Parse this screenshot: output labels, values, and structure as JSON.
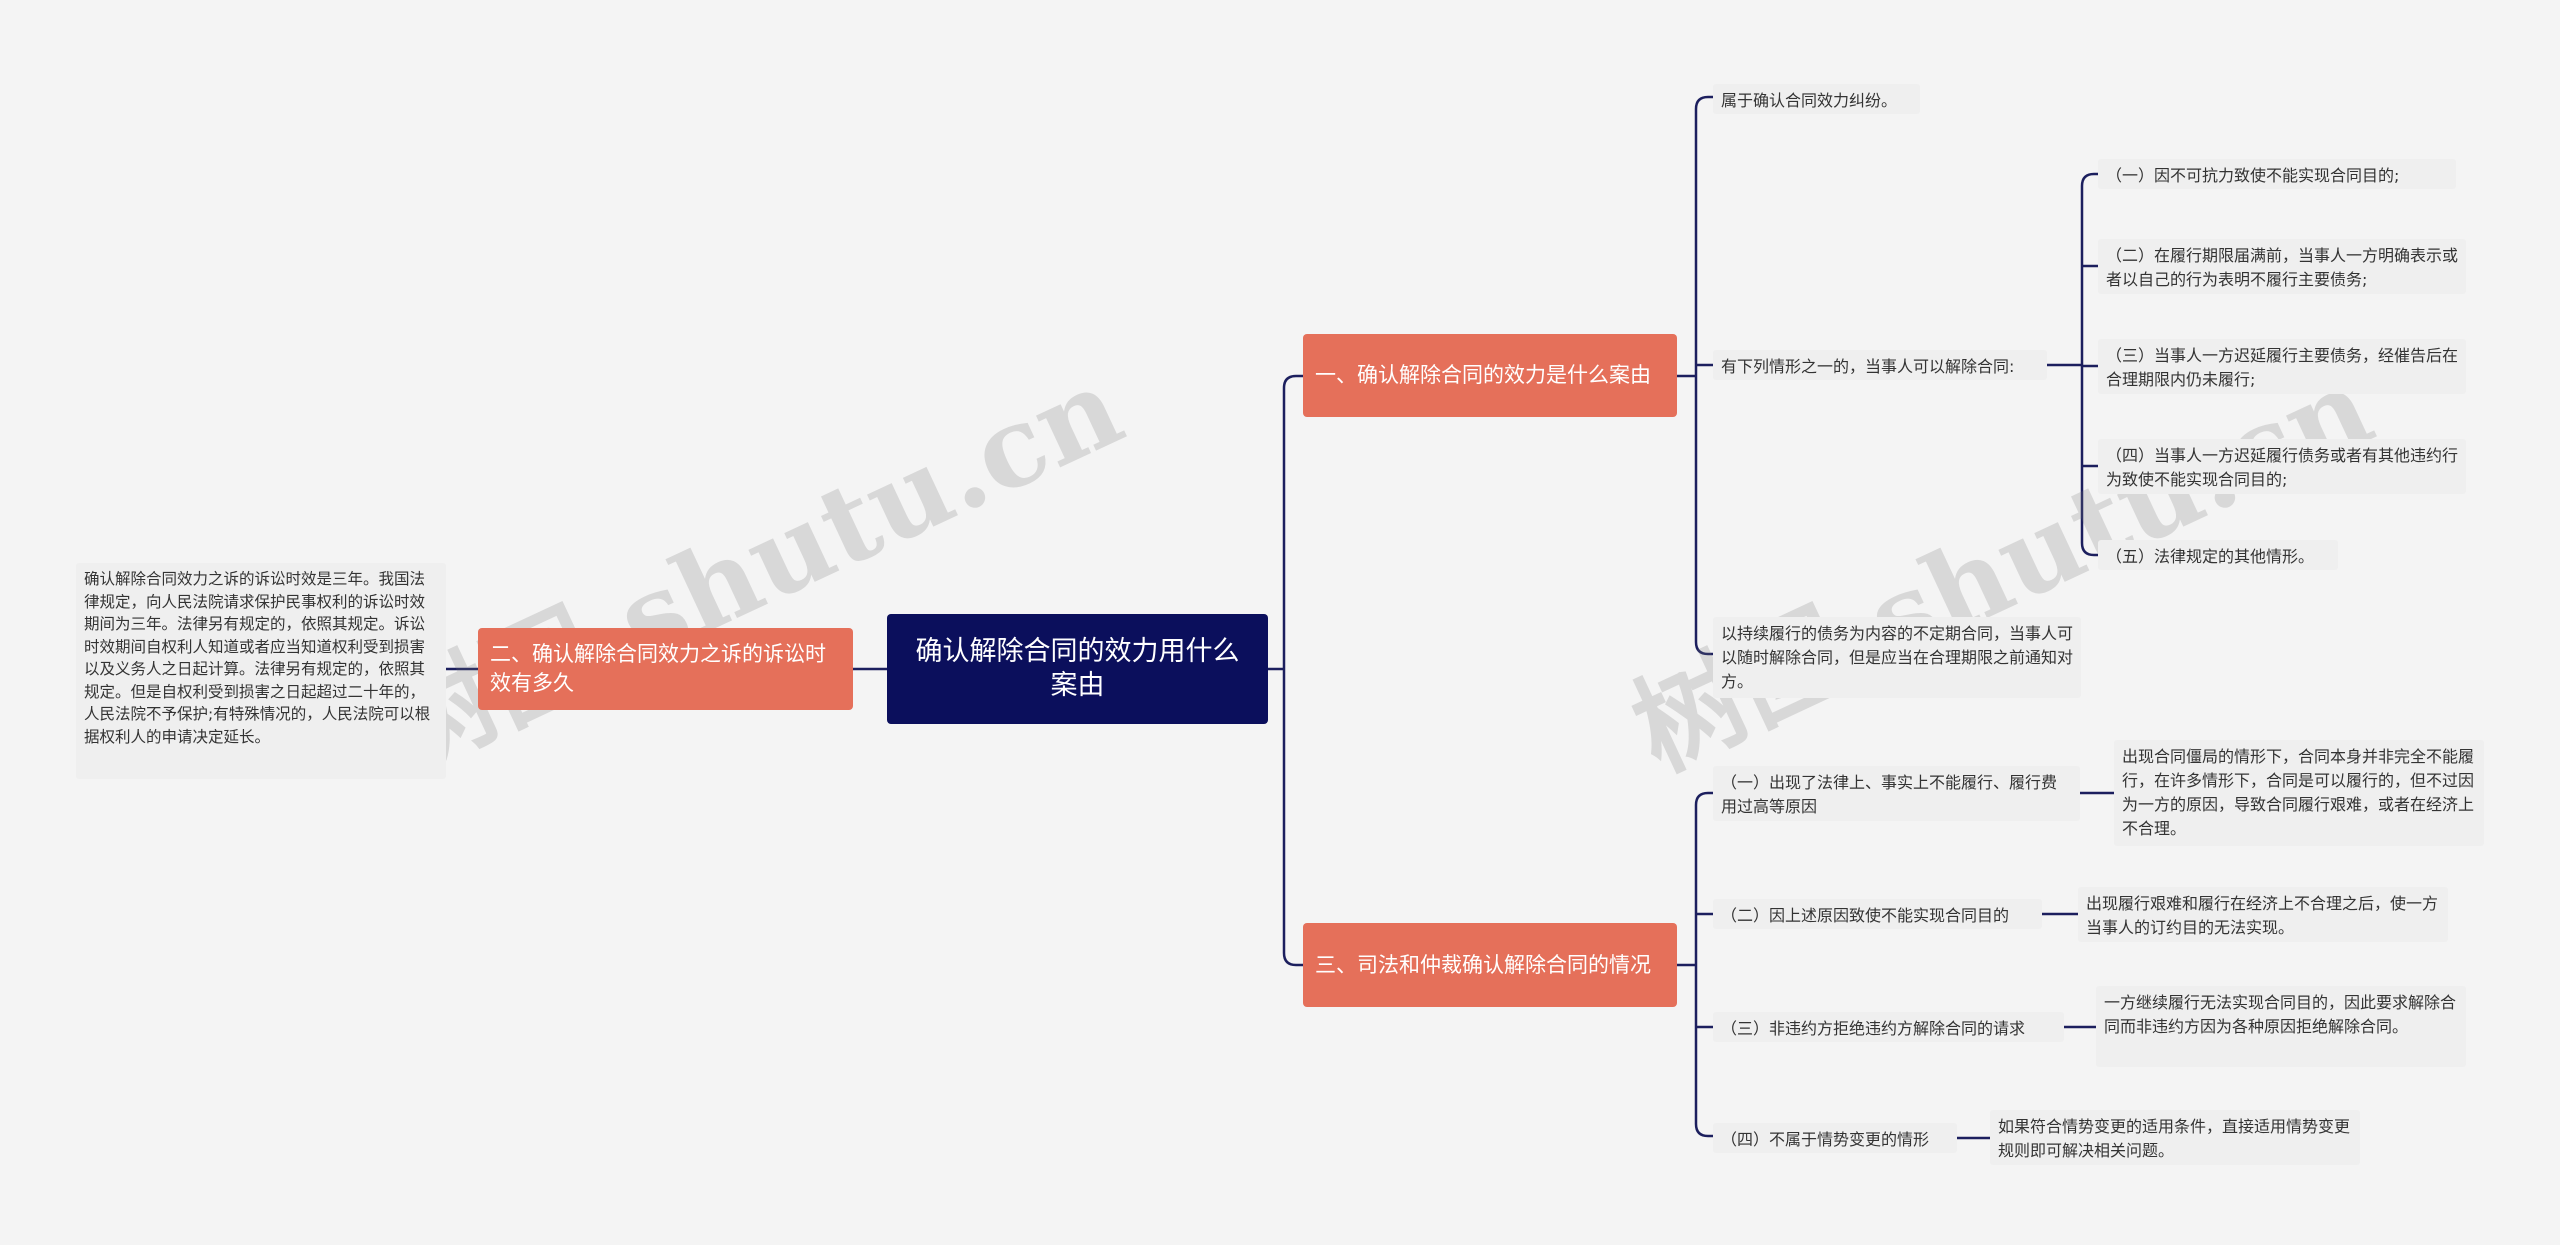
{
  "root": "确认解除合同的效力用什么案由",
  "branches": {
    "b1": "一、确认解除合同的效力是什么案由",
    "b2": "二、确认解除合同效力之诉的诉讼时效有多久",
    "b3": "三、司法和仲裁确认解除合同的情况"
  },
  "b1": {
    "item1": "属于确认合同效力纠纷。",
    "item2": "有下列情形之一的，当事人可以解除合同:",
    "item3": "以持续履行的债务为内容的不定期合同，当事人可以随时解除合同，但是应当在合理期限之前通知对方。",
    "subs": [
      "（一）因不可抗力致使不能实现合同目的;",
      "（二）在履行期限届满前，当事人一方明确表示或者以自己的行为表明不履行主要债务;",
      "（三）当事人一方迟延履行主要债务，经催告后在合理期限内仍未履行;",
      "（四）当事人一方迟延履行债务或者有其他违约行为致使不能实现合同目的;",
      "（五）法律规定的其他情形。"
    ]
  },
  "b2": {
    "leaf": "确认解除合同效力之诉的诉讼时效是三年。我国法律规定，向人民法院请求保护民事权利的诉讼时效期间为三年。法律另有规定的，依照其规定。诉讼时效期间自权利人知道或者应当知道权利受到损害以及义务人之日起计算。法律另有规定的，依照其规定。但是自权利受到损害之日起超过二十年的，人民法院不予保护;有特殊情况的，人民法院可以根据权利人的申请决定延长。"
  },
  "b3": {
    "items": [
      "（一）出现了法律上、事实上不能履行、履行费用过高等原因",
      "（二）因上述原因致使不能实现合同目的",
      "（三）非违约方拒绝违约方解除合同的请求",
      "（四）不属于情势变更的情形"
    ],
    "details": [
      "出现合同僵局的情形下，合同本身并非完全不能履行，在许多情形下，合同是可以履行的，但不过因为一方的原因，导致合同履行艰难，或者在经济上不合理。",
      "出现履行艰难和履行在经济上不合理之后，使一方当事人的订约目的无法实现。",
      "一方继续履行无法实现合同目的，因此要求解除合同而非违约方因为各种原因拒绝解除合同。",
      "如果符合情势变更的适用条件，直接适用情势变更规则即可解决相关问题。"
    ]
  },
  "watermark": [
    "树图 shutu.cn",
    "树图 shutu.cn"
  ],
  "colors": {
    "root_bg": "#0b0f5c",
    "branch_bg": "#e5705a",
    "leaf_bg": "#efefef",
    "line": "#1c1f5e",
    "background": "#f4f4f4"
  }
}
